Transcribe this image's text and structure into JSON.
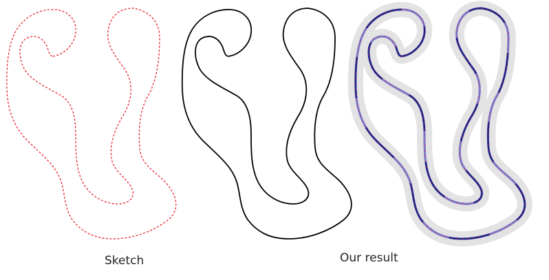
{
  "figure": {
    "panels": [
      {
        "id": "sketch",
        "caption": "Sketch",
        "style": "red dashed curve"
      },
      {
        "id": "fitted",
        "caption": "",
        "style": "smooth black curve"
      },
      {
        "id": "result",
        "caption": "Our result",
        "style": "blue curve with gray normal hairs and red dashed overlay"
      }
    ],
    "colors": {
      "sketch": "#e8202a",
      "smooth": "#000000",
      "result_dark": "#1c2384",
      "result_light": "#8078c8",
      "hairs": "#d0d0d0"
    }
  },
  "captions": {
    "sketch": "Sketch",
    "result": "Our result"
  }
}
